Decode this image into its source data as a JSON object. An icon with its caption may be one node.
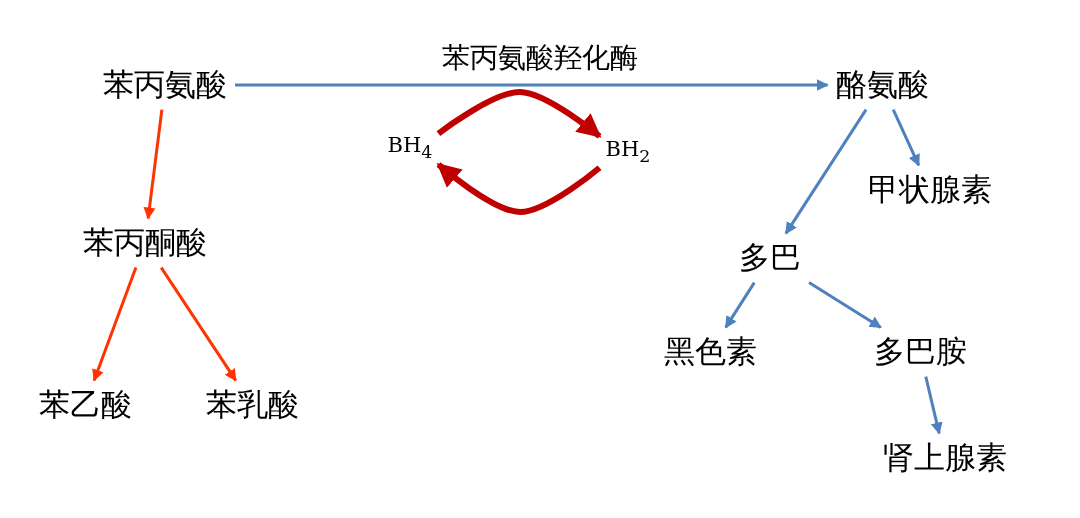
{
  "diagram": {
    "nodes": [
      {
        "text": [
          "苯丙氨酸"
        ]
      },
      {
        "text": [
          "酪氨酸"
        ]
      },
      {
        "text": [
          "苯丙酮酸"
        ]
      },
      {
        "text": [
          "苯乙酸"
        ]
      },
      {
        "text": [
          "苯乳酸"
        ]
      },
      {
        "text": [
          "甲状腺素"
        ]
      },
      {
        "text": [
          "多巴"
        ]
      },
      {
        "text": [
          "黑色素"
        ]
      },
      {
        "text": [
          "多巴胺"
        ]
      },
      {
        "text": [
          "肾上腺素"
        ]
      },
      {
        "text": [
          "BH$_{4}$"
        ]
      },
      {
        "text": [
          "BH$_{2}$"
        ]
      }
    ],
    "edges": [
      {
        "from": 0,
        "to": 1,
        "arrow": "to",
        "label": "苯丙氨酸羟化酶"
      },
      {
        "from": 0,
        "to": 2,
        "arrow": "to",
        "color": "#ff3300"
      },
      {
        "from": 2,
        "to": 3,
        "arrow": "to",
        "color": "#ff3300"
      },
      {
        "from": 2,
        "to": 4,
        "arrow": "to",
        "color": "#ff3300"
      },
      {
        "from": 1,
        "to": 5,
        "arrow": "to"
      },
      {
        "from": 1,
        "to": 6,
        "arrow": "to"
      },
      {
        "from": 6,
        "to": 7,
        "arrow": "to"
      },
      {
        "from": 6,
        "to": 8,
        "arrow": "to"
      },
      {
        "from": 8,
        "to": 9,
        "arrow": "to"
      },
      {
        "from": 10,
        "to": 11,
        "arrow": "to",
        "style": "thick",
        "color": "#c00000"
      },
      {
        "from": 11,
        "to": 10,
        "arrow": "to",
        "style": "thick",
        "color": "#c00000"
      }
    ]
  }
}
